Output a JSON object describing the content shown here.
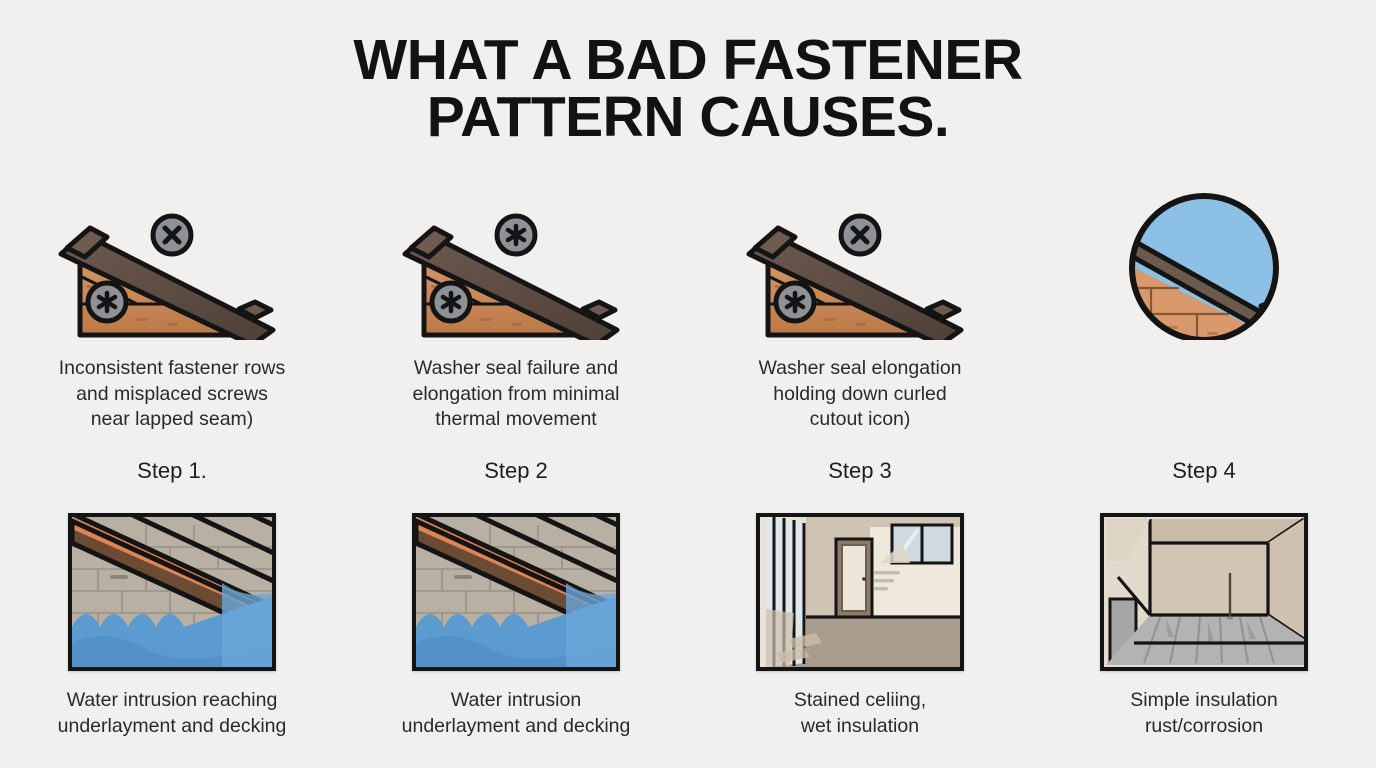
{
  "page": {
    "background_color": "#f1f0ee",
    "text_color": "#2a2a2a",
    "title": "What a bad fastener\npattern causes."
  },
  "header": {
    "title": "WHAT A BAD FASTENER\nPATTERN CAUSES."
  },
  "diagram_data": {
    "type": "diagram",
    "title": "WHAT A BAD FASTENER PATTERN CAUSES.",
    "rows": 2,
    "columns": 4,
    "palette": {
      "background": "#f1f0ee",
      "outline": "#141414",
      "beam_dark": "#5d4b42",
      "beam_light": "#7a6459",
      "wood_orange": "#c8814e",
      "wood_light": "#d79a68",
      "washer_gray": "#8e9195",
      "sky_blue": "#8cc0e4",
      "water_blue": "#5b9bd0",
      "water_blue_dark": "#4a87bd",
      "roof_orange": "#e08552",
      "brick_gray": "#b9b0a4",
      "wall_beige": "#cfc3b4",
      "floor_gray": "#b3b3b3"
    }
  },
  "row_icons": {
    "items": [
      {
        "id": "icon-1",
        "icon_name": "roof-wedge-two-fasteners-icon",
        "shape": "wedge",
        "screw_head_top": "cross",
        "screw_head_lower": "star",
        "caption": "Inconsistent fastener rows\nand misplaced screws\nnear lapped seam)"
      },
      {
        "id": "icon-2",
        "icon_name": "roof-wedge-washer-seal-icon",
        "shape": "wedge",
        "screw_head_top": "star",
        "screw_head_lower": "star",
        "caption": "Washer seal failure and\nelongation from minimal\nthermal movement"
      },
      {
        "id": "icon-3",
        "icon_name": "roof-wedge-curled-cutout-icon",
        "shape": "wedge",
        "screw_head_top": "cross",
        "screw_head_lower": "star",
        "caption": "Washer seal elongation\nholding down curled\ncutout icon)"
      },
      {
        "id": "icon-4",
        "icon_name": "roof-edge-circle-badge-icon",
        "shape": "circle",
        "screw_head_top": "",
        "screw_head_lower": "",
        "caption": ""
      }
    ]
  },
  "row_steps": {
    "items": [
      {
        "id": "step-1",
        "step_label": "Step 1.",
        "scene_name": "water-intrusion-roof-deck-scene",
        "caption": "Water intrusion reaching\nunderlayment and decking"
      },
      {
        "id": "step-2",
        "step_label": "Step 2",
        "scene_name": "water-intrusion-roof-deck-scene",
        "caption": "Water intrusion\nunderlayment and decking"
      },
      {
        "id": "step-3",
        "step_label": "Step 3",
        "scene_name": "stained-ceiling-interior-scene",
        "caption": "Stained celiing,\nwet insulation"
      },
      {
        "id": "step-4",
        "step_label": "Step 4",
        "scene_name": "attic-insulation-corrosion-scene",
        "caption": "Simple insulation\nrust/corrosion"
      }
    ]
  }
}
